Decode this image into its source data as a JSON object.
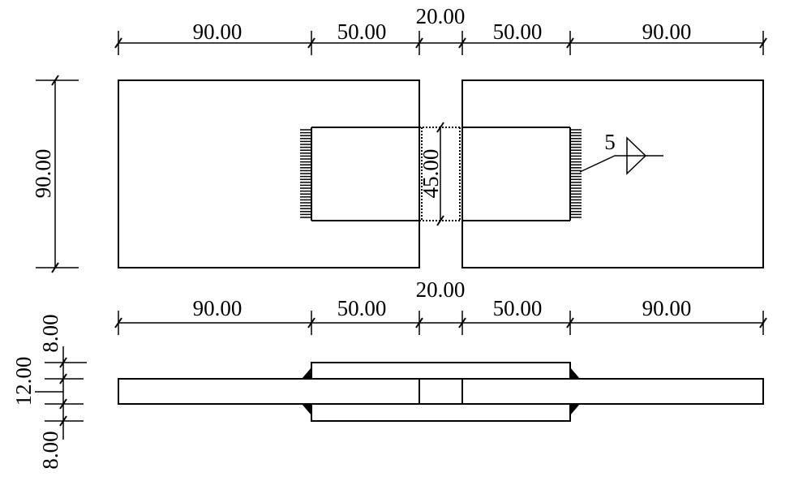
{
  "top_view": {
    "dims_top": [
      "90.00",
      "50.00",
      "20.00",
      "50.00",
      "90.00"
    ],
    "height_dim": "90.00",
    "cover_width_dim": "45.00",
    "weld_size": "5"
  },
  "side_view": {
    "dims_top": [
      "90.00",
      "50.00",
      "20.00",
      "50.00",
      "90.00"
    ],
    "cover_top_thickness": "8.00",
    "main_thickness": "12.00",
    "cover_bottom_thickness": "8.00"
  }
}
